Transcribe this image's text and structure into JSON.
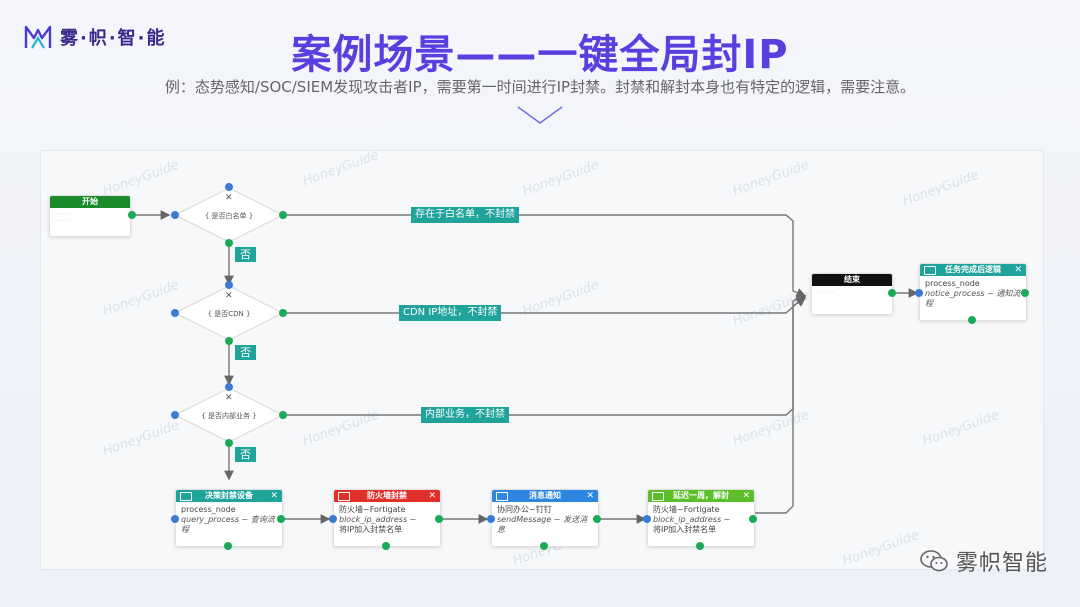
{
  "logo": {
    "text": "雾·帜·智·能"
  },
  "header": {
    "title": "案例场景——一键全局封IP",
    "subtitle": "例：态势感知/SOC/SIEM发现攻击者IP，需要第一时间进行IP封禁。封禁和解封本身也有特定的逻辑，需要注意。"
  },
  "watermark": "HoneyGuide",
  "flow": {
    "start": {
      "title": "开始"
    },
    "end": {
      "title": "结束"
    },
    "decisions": [
      {
        "label": "{ 是否白名单 }",
        "yes_label": "存在于白名单，不封禁",
        "no_label": "否"
      },
      {
        "label": "{ 是否CDN }",
        "yes_label": "CDN IP地址，不封禁",
        "no_label": "否"
      },
      {
        "label": "{ 是否内部业务 }",
        "yes_label": "内部业务，不封禁",
        "no_label": "否"
      }
    ],
    "final_node": {
      "title": "任务完成后逻辑",
      "line1": "process_node",
      "line2": "notice_process ~ 通知流程"
    },
    "process_nodes": [
      {
        "title": "决策封禁设备",
        "line1": "process_node",
        "line2": "query_process ~ 查询流程",
        "line3": "",
        "color": "#1fa39b"
      },
      {
        "title": "防火墙封禁",
        "line1": "防火墙~Fortigate",
        "line2": "block_ip_address ~",
        "line3": "将IP加入封禁名单",
        "color": "#e0302a"
      },
      {
        "title": "消息通知",
        "line1": "协同办公~钉钉",
        "line2": "sendMessage ~ 发送消息",
        "line3": "",
        "color": "#2f86e0"
      },
      {
        "title": "延迟一周，解封",
        "line1": "防火墙~Fortigate",
        "line2": "block_ip_address ~",
        "line3": "将IP加入封禁名单",
        "color": "#5bbf2a"
      }
    ]
  },
  "brand": {
    "text": "雾帜智能"
  },
  "colors": {
    "accent": "#5a3fe0",
    "port_green": "#1aaa55",
    "port_blue": "#3a7bd5",
    "tag": "#1fa39b"
  }
}
